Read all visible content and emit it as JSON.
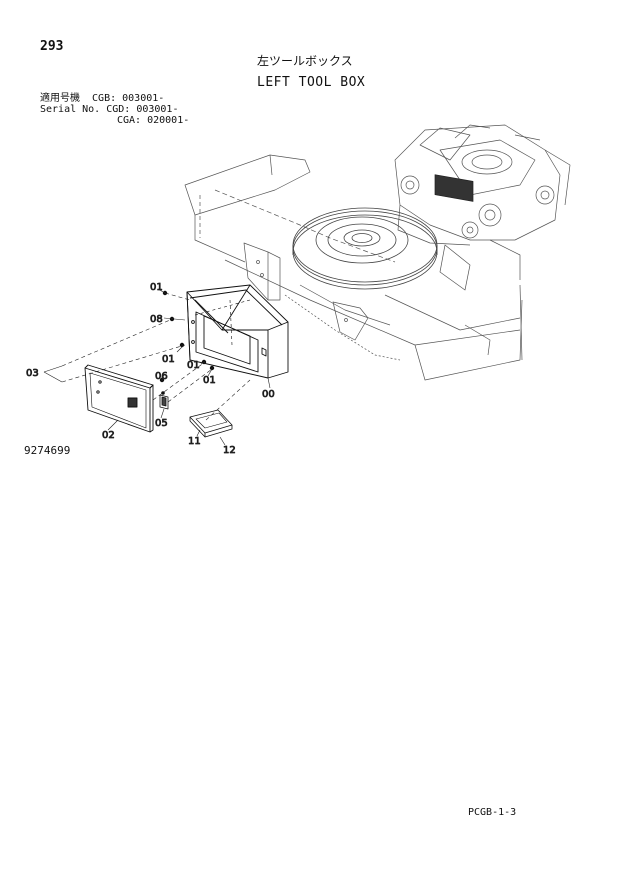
{
  "page": {
    "number": "293",
    "title_ja": "左ツールボックス",
    "title_en": "LEFT TOOL BOX",
    "serial_line1": "適用号機  CGB: 003001-",
    "serial_line2": "Serial No. CGD: 003001-",
    "serial_line3": "CGA: 020001-",
    "figure_number": "9274699",
    "footer_code": "PCGB-1-3"
  },
  "callouts": {
    "c01a": "01",
    "c08": "08",
    "c03": "03",
    "c01b": "01",
    "c01c": "01",
    "c01d": "01",
    "c06": "06",
    "c00": "00",
    "c05": "05",
    "c02": "02",
    "c11": "11",
    "c12": "12"
  }
}
